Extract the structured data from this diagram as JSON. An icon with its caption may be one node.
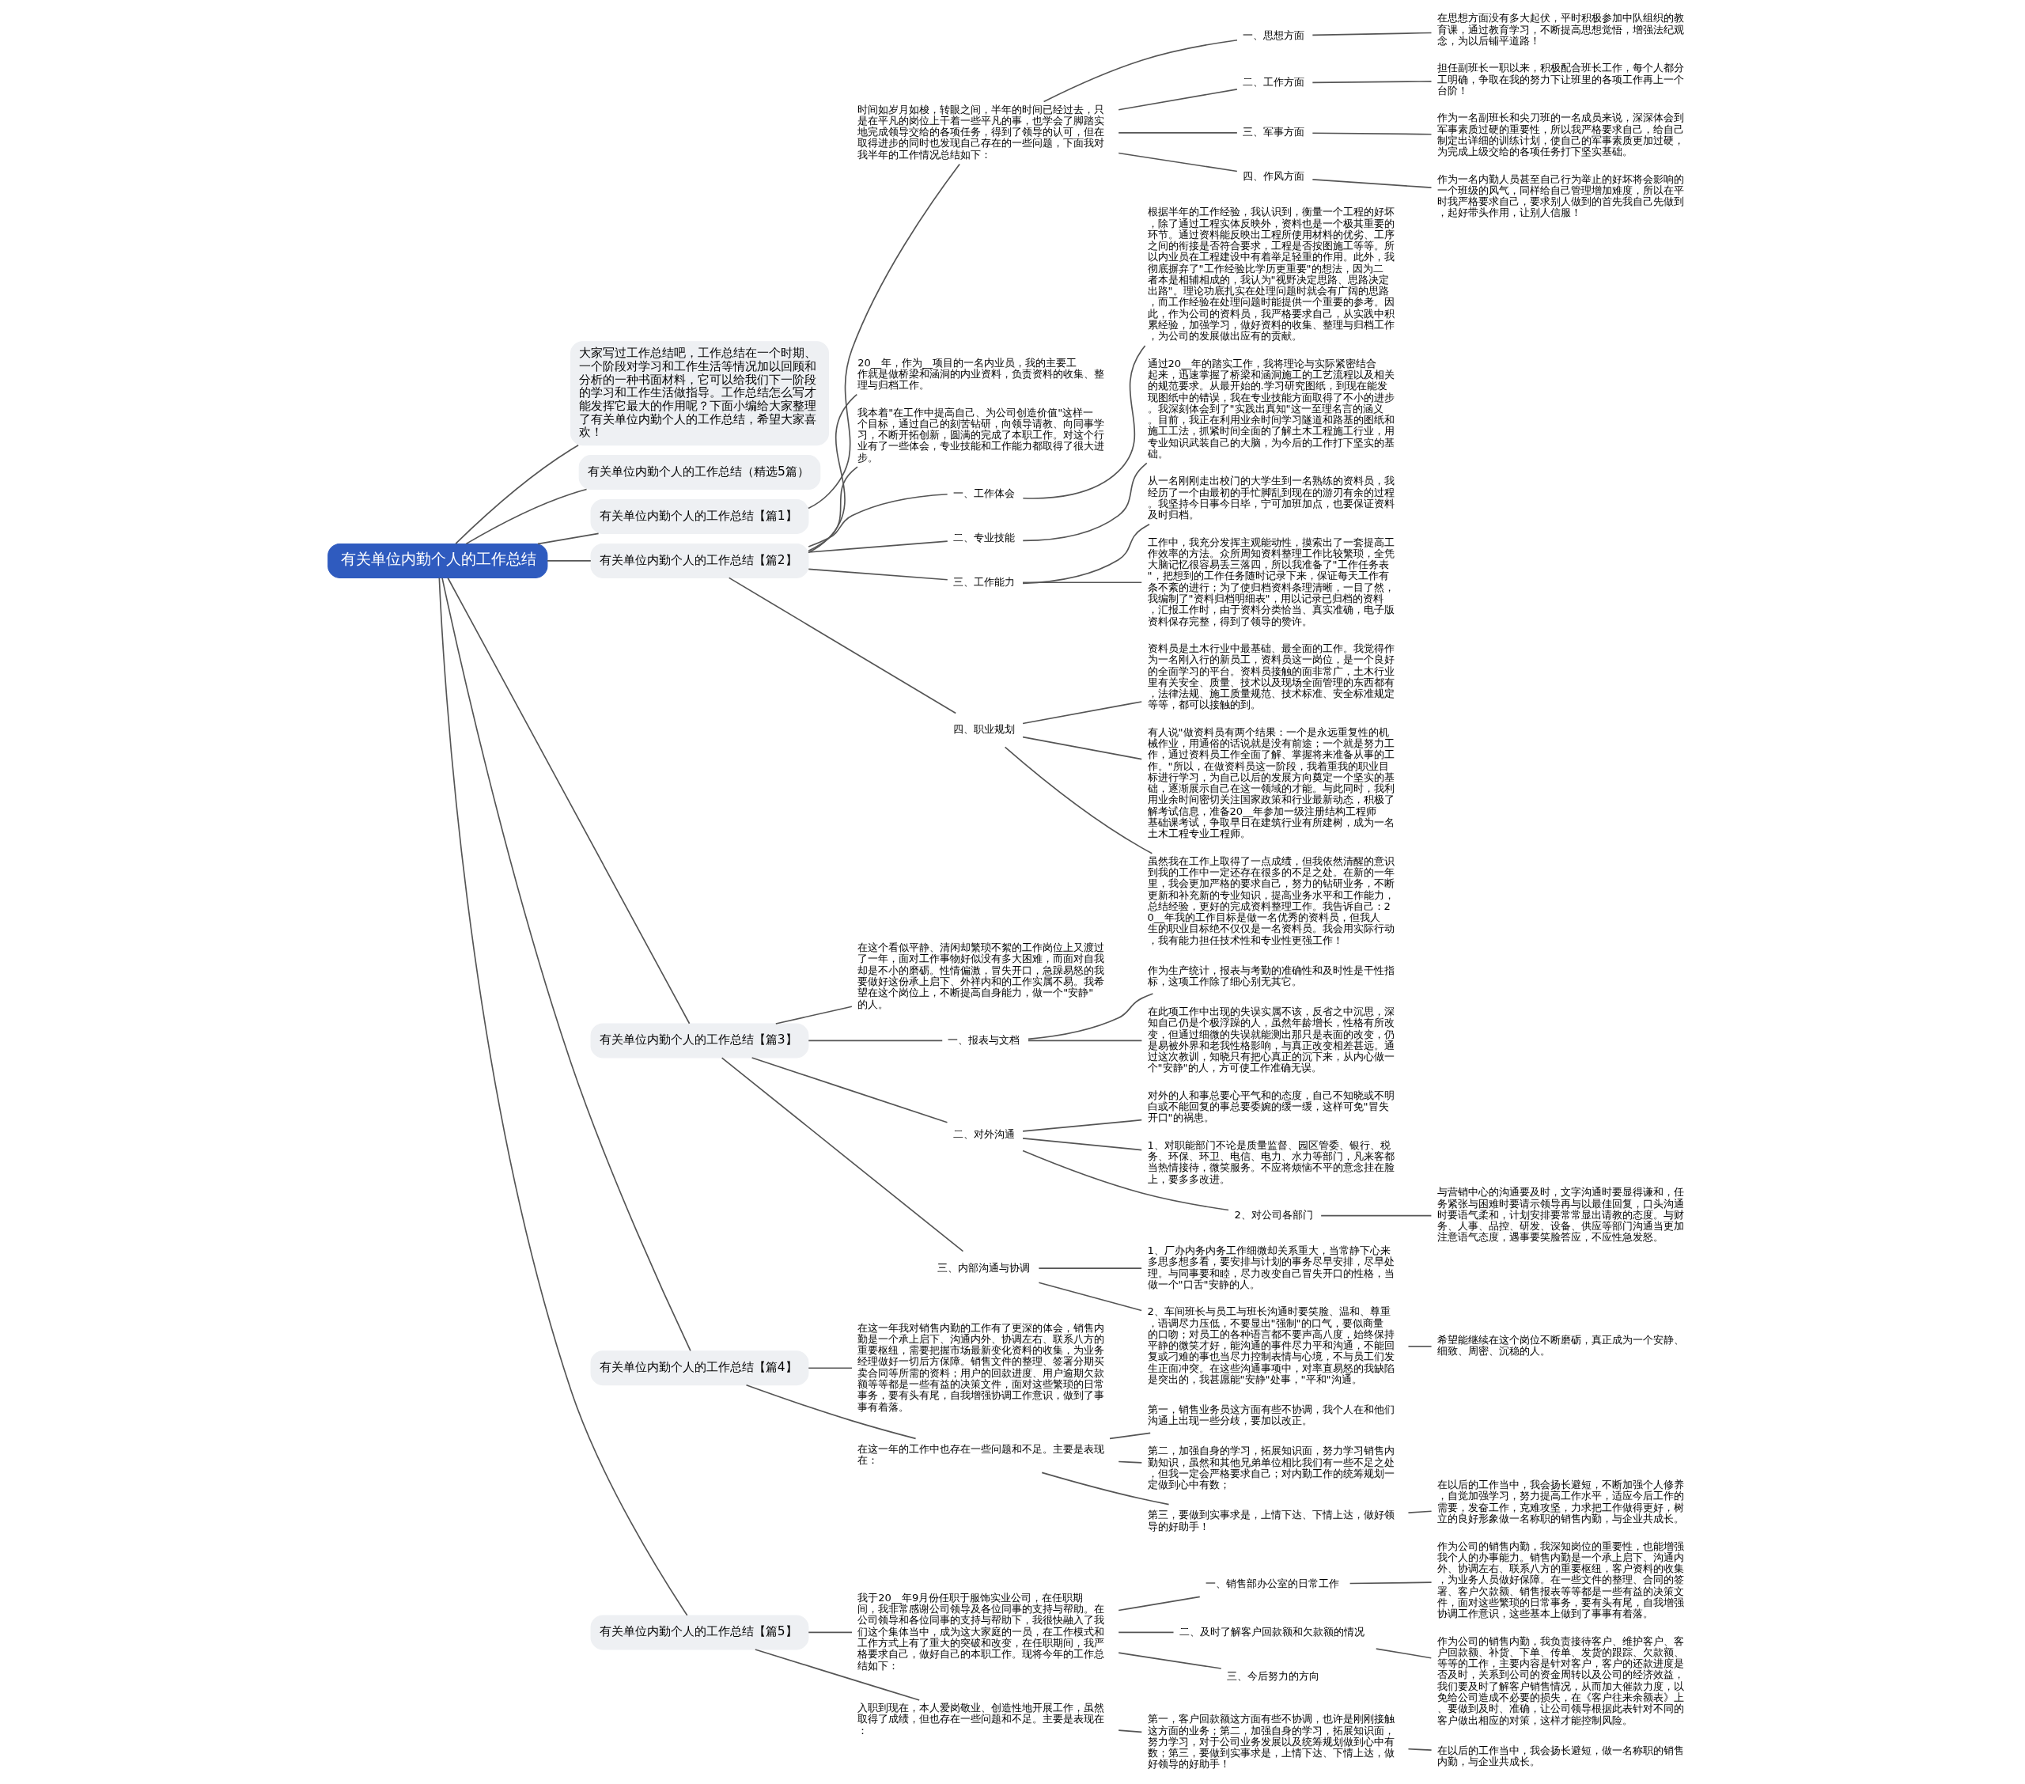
{
  "diagram": {
    "nodes": [
      {
        "text": [
          "有关单位内勤个人的工作总结"
        ]
      },
      {
        "text": [
          "大家写过工作总结吧，工作总结在一个时期、一个阶段对学习和工作生活等情况加以回顾和分析的一种书面材料，它可以给我们下一阶段的学习和工作生活做指导。工作总结怎么写才能发挥它最大的作用呢？下面小编给大家整理了有关单位内勤个人的工作总结，希望大家喜欢！"
        ]
      },
      {
        "text": [
          "有关单位内勤个人的工作总结（精选5篇）"
        ]
      },
      {
        "text": [
          "有关单位内勤个人的工作总结【篇1】"
        ]
      },
      {
        "text": [
          "时间如岁月如梭，转眼之间，半年的时间已经过去，只是在平凡的岗位上干着一些平凡的事，也学会了脚踏实地完成领导交给的各项任务，得到了领导的认可，但在取得进步的同时也发现自己存在的一些问题，下面我对我半年的工作情况总结如下："
        ]
      },
      {
        "text": [
          "一、思想方面"
        ]
      },
      {
        "text": [
          "在思想方面没有多大起伏，平时积极参加中队组织的教育课，通过教育学习，不断提高思想觉悟，增强法纪观念，为以后铺平道路！"
        ]
      },
      {
        "text": [
          "二、工作方面"
        ]
      },
      {
        "text": [
          "担任副班长一职以来，积极配合班长工作，每个人都分工明确，争取在我的努力下让班里的各项工作再上一个台阶！"
        ]
      },
      {
        "text": [
          "三、军事方面"
        ]
      },
      {
        "text": [
          "作为一名副班长和尖刀班的一名成员来说，深深体会到军事素质过硬的重要性，所以我严格要求自己，给自己制定出详细的训练计划，使自己的军事素质更加过硬，为完成上级交给的各项任务打下坚实基础。"
        ]
      },
      {
        "text": [
          "四、作风方面"
        ]
      },
      {
        "text": [
          "作为一名内勤人员甚至自己行为举止的好坏将会影响的一个班级的风气，同样给自己管理增加难度，所以在平时我严格要求自己，要求别人做到的首先我自己先做到，起好带头作用，让别人信服！"
        ]
      },
      {
        "text": [
          "有关单位内勤个人的工作总结【篇2】"
        ]
      },
      {
        "text": [
          "20__年，作为__项目的一名内业员，我的主要工作就是做桥梁和涵洞的内业资料，负责资料的收集、整理与归档工作。"
        ]
      },
      {
        "text": [
          "我本着\"在工作中提高自己、为公司创造价值\"这样一个目标，通过自己的刻苦钻研，向领导请教、向同事学习，不断开拓创新，圆满的完成了本职工作。对这个行业有了一些体会，专业技能和工作能力都取得了很大进步。"
        ]
      },
      {
        "text": [
          "一、工作体会"
        ]
      },
      {
        "text": [
          "根据半年的工作经验，我认识到，衡量一个工程的好坏，除了通过工程实体反映外，资料也是一个极其重要的环节。通过资料能反映出工程所使用材料的优劣、工序之间的衔接是否符合要求，工程是否按图施工等等。所以内业员在工程建设中有着举足轻重的作用。此外，我彻底摒弃了\"工作经验比学历更重要\"的想法，因为二者本是相辅相成的，我认为\"视野决定思路、思路决定出路\"。理论功底扎实在处理问题时就会有广阔的思路，而工作经验在处理问题时能提供一个重要的参考。因此，作为公司的资料员，我严格要求自己，从实践中积累经验，加强学习，做好资料的收集、整理与归档工作，为公司的发展做出应有的贡献。"
        ]
      },
      {
        "text": [
          "二、专业技能"
        ]
      },
      {
        "text": [
          "通过20__年的踏实工作，我将理论与实际紧密结合起来，迅速掌握了桥梁和涵洞施工的工艺流程以及相关的规范要求。从最开始的.学习研究图纸，到现在能发现图纸中的错误，我在专业技能方面取得了不小的进步。我深刻体会到了\"实践出真知\"这一至理名言的涵义。目前，我正在利用业余时间学习隧道和路基的图纸和施工工法，抓紧时间全面的了解土木工程施工行业，用专业知识武装自己的大脑，为今后的工作打下坚实的基础。"
        ]
      },
      {
        "text": [
          "三、工作能力"
        ]
      },
      {
        "text": [
          "从一名刚刚走出校门的大学生到一名熟练的资料员，我经历了一个由最初的手忙脚乱到现在的游刃有余的过程。我坚持今日事今日毕，宁可加班加点，也要保证资料及时归档。"
        ]
      },
      {
        "text": [
          "工作中，我充分发挥主观能动性，摸索出了一套提高工作效率的方法。众所周知资料整理工作比较繁琐，全凭大脑记忆很容易丢三落四，所以我准备了\"工作任务表\"，把想到的工作任务随时记录下来，保证每天工作有条不紊的进行；为了使归档资料条理清晰，一目了然，我编制了\"资料归档明细表\"，用以记录已归档的资料，汇报工作时，由于资料分类恰当、真实准确，电子版资料保存完整，得到了领导的赞许。"
        ]
      },
      {
        "text": [
          "四、职业规划"
        ]
      },
      {
        "text": [
          "资料员是土木行业中最基础、最全面的工作。我觉得作为一名刚入行的新员工，资料员这一岗位，是一个良好的全面学习的平台。资料员接触的面非常广，土木行业里有关安全、质量、技术以及现场全面管理的东西都有，法律法规、施工质量规范、技术标准、安全标准规定等等，都可以接触的到。"
        ]
      },
      {
        "text": [
          "有人说\"做资料员有两个结果：一个是永远重复性的机械作业，用通俗的话说就是没有前途；一个就是努力工作，通过资料员工作全面了解、掌握将来准备从事的工作。\"所以，在做资料员这一阶段，我着重我的职业目标进行学习，为自己以后的发展方向奠定一个坚实的基础，逐渐展示自己在这一领域的才能。与此同时，我利用业余时间密切关注国家政策和行业最新动态，积极了解考试信息，准备20__年参加一级注册结构工程师基础课考试，争取早日在建筑行业有所建树，成为一名土木工程专业工程师。"
        ]
      },
      {
        "text": [
          "虽然我在工作上取得了一点成绩，但我依然清醒的意识到我的工作中一定还存在很多的不足之处。在新的一年里，我会更加严格的要求自己，努力的钻研业务，不断更新和补充新的专业知识，提高业务水平和工作能力，总结经验，更好的完成资料整理工作。我告诉自己：20__年我的工作目标是做一名优秀的资料员，但我人生的职业目标绝不仅仅是一名资料员。我会用实际行动，我有能力担任技术性和专业性更强工作！"
        ]
      },
      {
        "text": [
          "有关单位内勤个人的工作总结【篇3】"
        ]
      },
      {
        "text": [
          "在这个看似平静、清闲却繁琐不絮的工作岗位上又渡过了一年，面对工作事物好似没有多大困难，而面对自我却是不小的磨砺。性情偏激，冒失开口，急躁易怒的我要做好这份承上启下、外祥内和的工作实属不易。我希望在这个岗位上，不断提高自身能力，做一个\"安静\"的人。"
        ]
      },
      {
        "text": [
          "一、报表与文档"
        ]
      },
      {
        "text": [
          "作为生产统计，报表与考勤的准确性和及时性是干性指标，这项工作除了细心别无其它。"
        ]
      },
      {
        "text": [
          "在此项工作中出现的失误实属不该，反省之中沉思，深知自己仍是个极浮躁的人，虽然年龄增长，性格有所改变，但通过细微的失误就能测出那只是表面的改变，仍是易被外界和老我性格影响，与真正改变相差甚远。通过这次教训，知晓只有把心真正的沉下来，从内心做一个\"安静\"的人，方可使工作准确无误。"
        ]
      },
      {
        "text": [
          "二、对外沟通"
        ]
      },
      {
        "text": [
          "对外的人和事总要心平气和的态度，自己不知晓或不明白或不能回复的事总要委婉的缓一缓，这样可免\"冒失开口\"的祸患。"
        ]
      },
      {
        "text": [
          "1、对职能部门不论是质量监督、园区管委、银行、税务、环保、环卫、电信、电力、水力等部门，凡来客都当热情接待，微笑服务。不应将烦恼不平的意念挂在脸上，要多多改进。"
        ]
      },
      {
        "text": [
          "2、对公司各部门"
        ]
      },
      {
        "text": [
          "与营销中心的沟通要及时，文字沟通时要显得谦和，任务紧张与困难时要请示领导再与以最佳回复，口头沟通时要语气柔和，计划安排要常常显出请教的态度。与财务、人事、品控、研发、设备、供应等部门沟通当更加注意语气态度，遇事要笑脸答应，不应性急发怒。"
        ]
      },
      {
        "text": [
          "三、内部沟通与协调"
        ]
      },
      {
        "text": [
          "1、厂办内务内务工作细微却关系重大，当常静下心来多思多想多看，要安排与计划的事务尽早安排，尽早处理。与同事要和睦，尽力改变自己冒失开口的性格，当做一个\"口舌\"安静的人。"
        ]
      },
      {
        "text": [
          "2、车间班长与员工与班长沟通时要笑脸、温和、尊重，语调尽力压低，不要显出\"强制\"的口气，要似商量的口吻；对员工的各种语言都不要声高八度，始终保持平静的微笑才好，能沟通的事件尽力平和沟通，不能回复或刁难的事也当尽力控制表情与心境，不与员工们发生正面冲突。在这些沟通事项中，对率直易怒的我缺陷是突出的，我甚愿能\"安静\"处事，\"平和\"沟通。"
        ]
      },
      {
        "text": [
          "希望能继续在这个岗位不断磨砺，真正成为一个安静、细致、周密、沉稳的人。"
        ]
      },
      {
        "text": [
          "有关单位内勤个人的工作总结【篇4】"
        ]
      },
      {
        "text": [
          "在这一年我对销售内勤的工作有了更深的体会，销售内勤是一个承上启下、沟通内外、协调左右、联系八方的重要枢纽，需要把握市场最新变化资料的收集，为业务经理做好一切后方保障。销售文件的整理、签署分期买卖合同等所需的资料；用户的回款进度、用户逾期欠款额等等都是一些有益的决策文件，面对这些繁琐的日常事务，要有头有尾，自我增强协调工作意识，做到了事事有着落。"
        ]
      },
      {
        "text": [
          "在这一年的工作中也存在一些问题和不足。主要是表现在："
        ]
      },
      {
        "text": [
          "第一，销售业务员这方面有些不协调，我个人在和他们沟通上出现一些分歧，要加以改正。"
        ]
      },
      {
        "text": [
          "第二，加强自身的学习，拓展知识面，努力学习销售内勤知识，虽然和其他兄弟单位相比我们有一些不足之处，但我一定会严格要求自己；对内勤工作的统筹规划一定做到心中有数；"
        ]
      },
      {
        "text": [
          "第三，要做到实事求是，上情下达、下情上达，做好领导的好助手！"
        ]
      },
      {
        "text": [
          "在以后的工作当中，我会扬长避短，不断加强个人修养，自觉加强学习，努力提高工作水平，适应今后工作的需要，发奋工作，克难攻坚，力求把工作做得更好，树立的良好形象做一名称职的销售内勤，与企业共成长。"
        ]
      },
      {
        "text": [
          "有关单位内勤个人的工作总结【篇5】"
        ]
      },
      {
        "text": [
          "我于20__年9月份任职于服饰实业公司，在任职期间，我非常感谢公司领导及各位同事的支持与帮助。在公司领导和各位同事的支持与帮助下，我很快融入了我们这个集体当中，成为这大家庭的一员，在工作模式和工作方式上有了重大的突破和改变，在任职期间，我严格要求自己，做好自己的本职工作。现将今年的工作总结如下："
        ]
      },
      {
        "text": [
          "一、销售部办公室的日常工作"
        ]
      },
      {
        "text": [
          "作为公司的销售内勤，我深知岗位的重要性，也能增强我个人的办事能力。销售内勤是一个承上启下、沟通内外、协调左右、联系八方的重要枢纽，客户资料的收集，为业务人员做好保障。在一些文件的整理、合同的签署、客户欠款额、销售报表等等都是一些有益的决策文件，面对这些繁琐的日常事务，要有头有尾，自我增强协调工作意识，这些基本上做到了事事有着落。"
        ]
      },
      {
        "text": [
          "二、及时了解客户回款额和欠款额的情况"
        ]
      },
      {
        "text": [
          "作为公司的销售内勤，我负责接待客户、维护客户、客户回款额、补货、下单、传单、发货的跟踪、欠款额、等等的工作，主要内容是针对客户，客户的还款进度是否及时，关系到公司的资金周转以及公司的经济效益，我们要及时了解客户销售情况，从而加大催款力度，以免给公司造成不必要的损失，在《客户往来余额表》上、要做到及时、准确，让公司领导根据此表针对不同的客户做出相应的对策，这样才能控制风险。"
        ]
      },
      {
        "text": [
          "三、今后努力的方向"
        ]
      },
      {
        "text": [
          "入职到现在，本人爱岗敬业、创造性地开展工作，虽然取得了成绩，但也存在一些问题和不足。主要是表现在："
        ]
      },
      {
        "text": [
          "第一，客户回款额这方面有些不协调，也许是刚刚接触这方面的业务；第二，加强自身的学习，拓展知识面，努力学习，对于公司业务发展以及统筹规划做到心中有数；第三，要做到实事求是，上情下达、下情上达，做好领导的好助手！"
        ]
      },
      {
        "text": [
          "在以后的工作当中，我会扬长避短，做一名称职的销售内勤，与企业共成长。"
        ]
      }
    ],
    "edges": [
      {
        "from": 0,
        "to": 1,
        "arrow": "none"
      },
      {
        "from": 0,
        "to": 2,
        "arrow": "none"
      },
      {
        "from": 0,
        "to": 3,
        "arrow": "none"
      },
      {
        "from": 3,
        "to": 4,
        "arrow": "none"
      },
      {
        "from": 4,
        "to": 5,
        "arrow": "none"
      },
      {
        "from": 5,
        "to": 6,
        "arrow": "none"
      },
      {
        "from": 4,
        "to": 7,
        "arrow": "none"
      },
      {
        "from": 7,
        "to": 8,
        "arrow": "none"
      },
      {
        "from": 4,
        "to": 9,
        "arrow": "none"
      },
      {
        "from": 9,
        "to": 10,
        "arrow": "none"
      },
      {
        "from": 4,
        "to": 11,
        "arrow": "none"
      },
      {
        "from": 11,
        "to": 12,
        "arrow": "none"
      },
      {
        "from": 0,
        "to": 13,
        "arrow": "none"
      },
      {
        "from": 13,
        "to": 14,
        "arrow": "none"
      },
      {
        "from": 13,
        "to": 15,
        "arrow": "none"
      },
      {
        "from": 13,
        "to": 16,
        "arrow": "none"
      },
      {
        "from": 16,
        "to": 17,
        "arrow": "none"
      },
      {
        "from": 13,
        "to": 18,
        "arrow": "none"
      },
      {
        "from": 18,
        "to": 19,
        "arrow": "none"
      },
      {
        "from": 13,
        "to": 20,
        "arrow": "none"
      },
      {
        "from": 20,
        "to": 21,
        "arrow": "none"
      },
      {
        "from": 20,
        "to": 22,
        "arrow": "none"
      },
      {
        "from": 13,
        "to": 23,
        "arrow": "none"
      },
      {
        "from": 23,
        "to": 24,
        "arrow": "none"
      },
      {
        "from": 23,
        "to": 25,
        "arrow": "none"
      },
      {
        "from": 23,
        "to": 26,
        "arrow": "none"
      },
      {
        "from": 0,
        "to": 27,
        "arrow": "none"
      },
      {
        "from": 27,
        "to": 28,
        "arrow": "none"
      },
      {
        "from": 27,
        "to": 29,
        "arrow": "none"
      },
      {
        "from": 29,
        "to": 30,
        "arrow": "none"
      },
      {
        "from": 29,
        "to": 31,
        "arrow": "none"
      },
      {
        "from": 27,
        "to": 32,
        "arrow": "none"
      },
      {
        "from": 32,
        "to": 33,
        "arrow": "none"
      },
      {
        "from": 32,
        "to": 34,
        "arrow": "none"
      },
      {
        "from": 32,
        "to": 35,
        "arrow": "none"
      },
      {
        "from": 35,
        "to": 36,
        "arrow": "none"
      },
      {
        "from": 27,
        "to": 37,
        "arrow": "none"
      },
      {
        "from": 37,
        "to": 38,
        "arrow": "none"
      },
      {
        "from": 37,
        "to": 39,
        "arrow": "none"
      },
      {
        "from": 39,
        "to": 40,
        "arrow": "none"
      },
      {
        "from": 0,
        "to": 41,
        "arrow": "none"
      },
      {
        "from": 41,
        "to": 42,
        "arrow": "none"
      },
      {
        "from": 41,
        "to": 43,
        "arrow": "none"
      },
      {
        "from": 43,
        "to": 44,
        "arrow": "none"
      },
      {
        "from": 43,
        "to": 45,
        "arrow": "none"
      },
      {
        "from": 43,
        "to": 46,
        "arrow": "none"
      },
      {
        "from": 46,
        "to": 47,
        "arrow": "none"
      },
      {
        "from": 0,
        "to": 48,
        "arrow": "none"
      },
      {
        "from": 48,
        "to": 49,
        "arrow": "none"
      },
      {
        "from": 49,
        "to": 50,
        "arrow": "none"
      },
      {
        "from": 50,
        "to": 51,
        "arrow": "none"
      },
      {
        "from": 49,
        "to": 52,
        "arrow": "none"
      },
      {
        "from": 52,
        "to": 53,
        "arrow": "none"
      },
      {
        "from": 49,
        "to": 54,
        "arrow": "none"
      },
      {
        "from": 48,
        "to": 55,
        "arrow": "none"
      },
      {
        "from": 55,
        "to": 56,
        "arrow": "none"
      },
      {
        "from": 56,
        "to": 57,
        "arrow": "none"
      }
    ]
  }
}
